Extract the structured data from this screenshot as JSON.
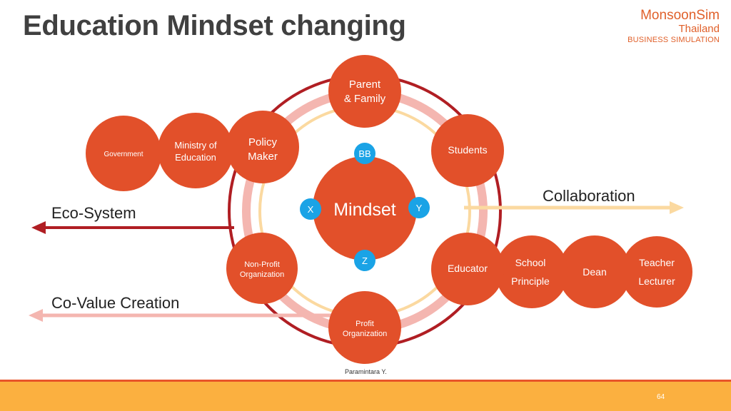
{
  "title": "Education Mindset changing",
  "brand": {
    "name": "MonsoonSim",
    "country": "Thailand",
    "tagline": "BUSINESS SIMULATION"
  },
  "center": {
    "label": "Mindset"
  },
  "generations": {
    "bb": "BB",
    "x": "X",
    "y": "Y",
    "z": "Z"
  },
  "nodes": {
    "parent_family": [
      "Parent",
      "& Family"
    ],
    "students": "Students",
    "educator": "Educator",
    "profit_org": [
      "Profit",
      "Organization"
    ],
    "non_profit_org": [
      "Non-Profit",
      "Organization"
    ],
    "policy_maker": [
      "Policy",
      "Maker"
    ],
    "ministry": [
      "Ministry of",
      "Education"
    ],
    "government": "Government",
    "school": [
      "School",
      "Principle"
    ],
    "dean": "Dean",
    "teacher": [
      "Teacher",
      "Lecturer"
    ]
  },
  "arrows": {
    "eco_system": "Eco-System",
    "co_value": "Co-Value Creation",
    "collaboration": "Collaboration"
  },
  "colors": {
    "node": "#e2502a",
    "dark_red": "#b01e23",
    "pink": "#f4b6b0",
    "light_yellow": "#fbd9a0",
    "blue": "#1aa3e6",
    "footer": "#fbb040"
  },
  "author": "Paramintara Y.",
  "page_number": "64"
}
